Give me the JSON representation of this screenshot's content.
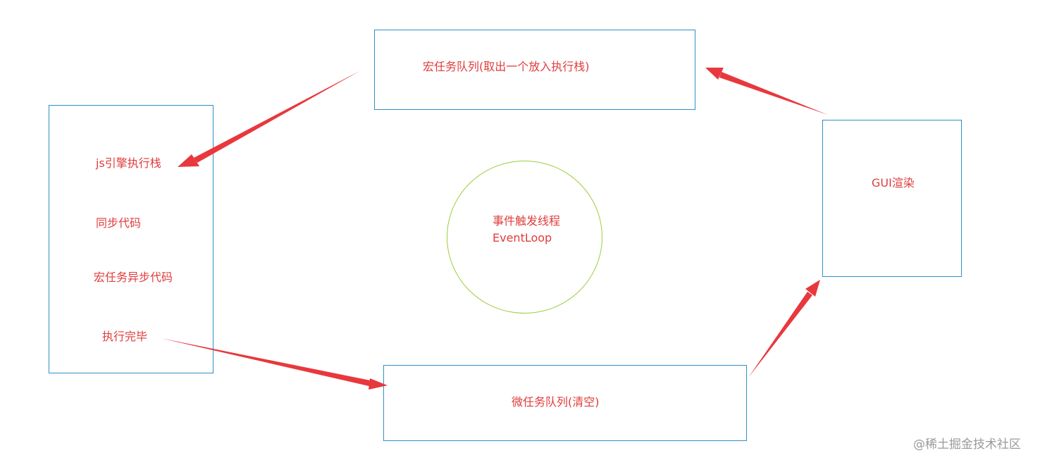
{
  "nodes": {
    "macro_queue": {
      "label": "宏任务队列(取出一个放入执行栈)"
    },
    "js_stack": {
      "title": "js引擎执行栈",
      "items": [
        "同步代码",
        "宏任务异步代码",
        "执行完毕"
      ]
    },
    "event_loop": {
      "line1": "事件触发线程",
      "line2": "EventLoop"
    },
    "gui_render": {
      "label": "GUI渲染"
    },
    "micro_queue": {
      "label": "微任务队列(清空)"
    }
  },
  "watermark": "@稀土掘金技术社区",
  "colors": {
    "text": "#e03c3c",
    "box_border": "#2f8fc4",
    "circle_border": "#9ccc3c",
    "arrow": "#e8383d",
    "watermark": "#9a9a9a"
  }
}
